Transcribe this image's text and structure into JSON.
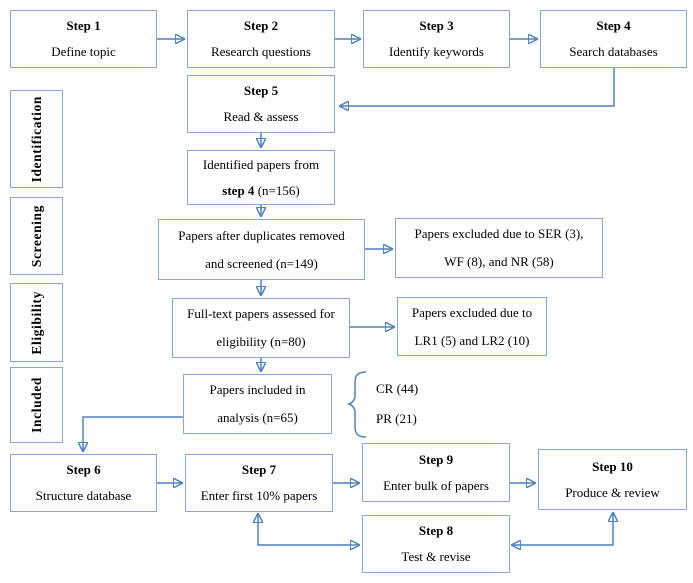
{
  "colors": {
    "box_border": "#85a9d4",
    "arrow": "#4f81bd",
    "text": "#000000",
    "background": "#ffffff"
  },
  "sidebar": {
    "stages": [
      {
        "label": "Identification"
      },
      {
        "label": "Screening"
      },
      {
        "label": "Eligibility"
      },
      {
        "label": "Included"
      }
    ]
  },
  "steps": {
    "step1": {
      "title": "Step 1",
      "subtitle": "Define topic"
    },
    "step2": {
      "title": "Step 2",
      "subtitle": "Research questions"
    },
    "step3": {
      "title": "Step 3",
      "subtitle": "Identify keywords"
    },
    "step4": {
      "title": "Step 4",
      "subtitle": "Search databases"
    },
    "step5": {
      "title": "Step 5",
      "subtitle": "Read & assess"
    },
    "step6": {
      "title": "Step 6",
      "subtitle": "Structure database"
    },
    "step7": {
      "title": "Step 7",
      "subtitle": "Enter first 10% papers"
    },
    "step8": {
      "title": "Step 8",
      "subtitle": "Test & revise"
    },
    "step9": {
      "title": "Step 9",
      "subtitle": "Enter bulk of papers"
    },
    "step10": {
      "title": "Step 10",
      "subtitle": "Produce & review"
    }
  },
  "prisma": {
    "identified": {
      "line1": "Identified papers from",
      "line2_bold": "step 4",
      "line2_rest": " (n=156)"
    },
    "duplicates": {
      "line1": "Papers after duplicates removed",
      "line2": "and screened (n=149)"
    },
    "excluded_screening": {
      "line1": "Papers excluded due to SER (3),",
      "line2": "WF (8), and NR (58)"
    },
    "fulltext": {
      "line1": "Full-text papers assessed for",
      "line2": "eligibility (n=80)"
    },
    "excluded_eligibility": {
      "line1": "Papers excluded due to",
      "line2": "LR1 (5) and LR2 (10)"
    },
    "included": {
      "line1": "Papers included in",
      "line2": "analysis (n=65)"
    },
    "breakdown": {
      "items": [
        "CR (44)",
        "PR (21)"
      ]
    }
  },
  "connections": [
    {
      "from": "step1",
      "to": "step2",
      "bidirectional": false
    },
    {
      "from": "step2",
      "to": "step3",
      "bidirectional": false
    },
    {
      "from": "step3",
      "to": "step4",
      "bidirectional": false
    },
    {
      "from": "step4",
      "to": "step5",
      "bidirectional": false
    },
    {
      "from": "step5",
      "to": "identified-papers",
      "bidirectional": false
    },
    {
      "from": "identified-papers",
      "to": "duplicates-removed",
      "bidirectional": false
    },
    {
      "from": "duplicates-removed",
      "to": "excluded-screening",
      "bidirectional": false
    },
    {
      "from": "duplicates-removed",
      "to": "fulltext-assessed",
      "bidirectional": false
    },
    {
      "from": "fulltext-assessed",
      "to": "excluded-eligibility",
      "bidirectional": false
    },
    {
      "from": "fulltext-assessed",
      "to": "included-analysis",
      "bidirectional": false
    },
    {
      "from": "included-analysis",
      "to": "step6",
      "bidirectional": false
    },
    {
      "from": "included-analysis",
      "to": "breakdown",
      "bidirectional": false
    },
    {
      "from": "step6",
      "to": "step7",
      "bidirectional": false
    },
    {
      "from": "step7",
      "to": "step9",
      "bidirectional": false
    },
    {
      "from": "step9",
      "to": "step10",
      "bidirectional": false
    },
    {
      "from": "step7",
      "to": "step8",
      "bidirectional": true
    },
    {
      "from": "step8",
      "to": "step10",
      "bidirectional": true
    }
  ]
}
